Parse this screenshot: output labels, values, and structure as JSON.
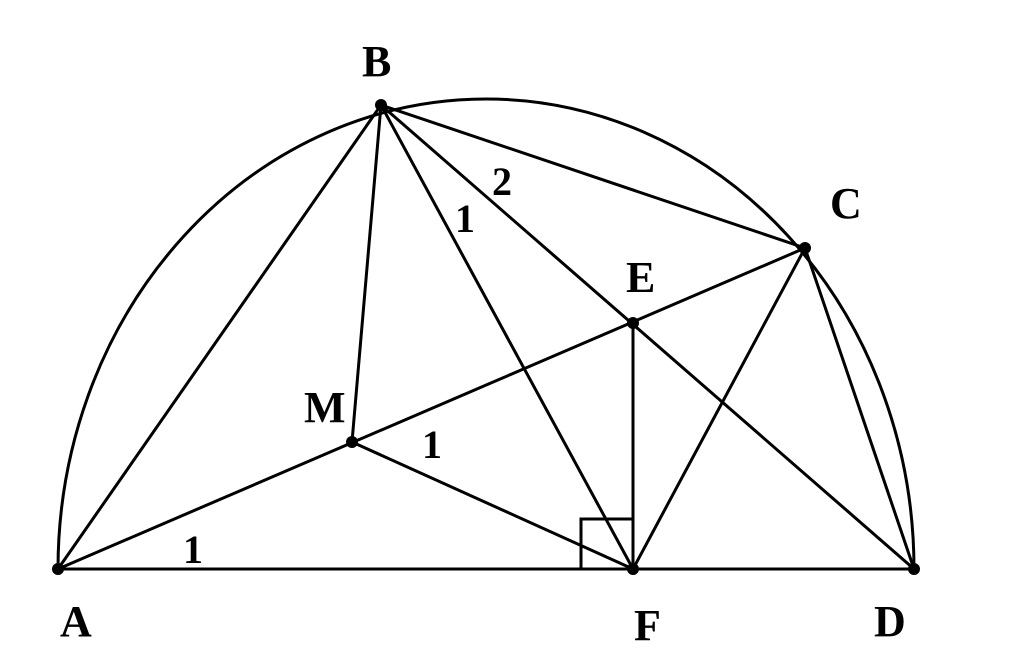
{
  "points": {
    "A": {
      "label": "A"
    },
    "B": {
      "label": "B"
    },
    "C": {
      "label": "C"
    },
    "D": {
      "label": "D"
    },
    "E": {
      "label": "E"
    },
    "F": {
      "label": "F"
    },
    "M": {
      "label": "M"
    }
  },
  "angle_marks": {
    "at_A": "1",
    "at_M": "1",
    "at_B_first": "1",
    "at_B_second": "2"
  },
  "colors": {
    "ink": "#000000",
    "background": "#ffffff"
  }
}
